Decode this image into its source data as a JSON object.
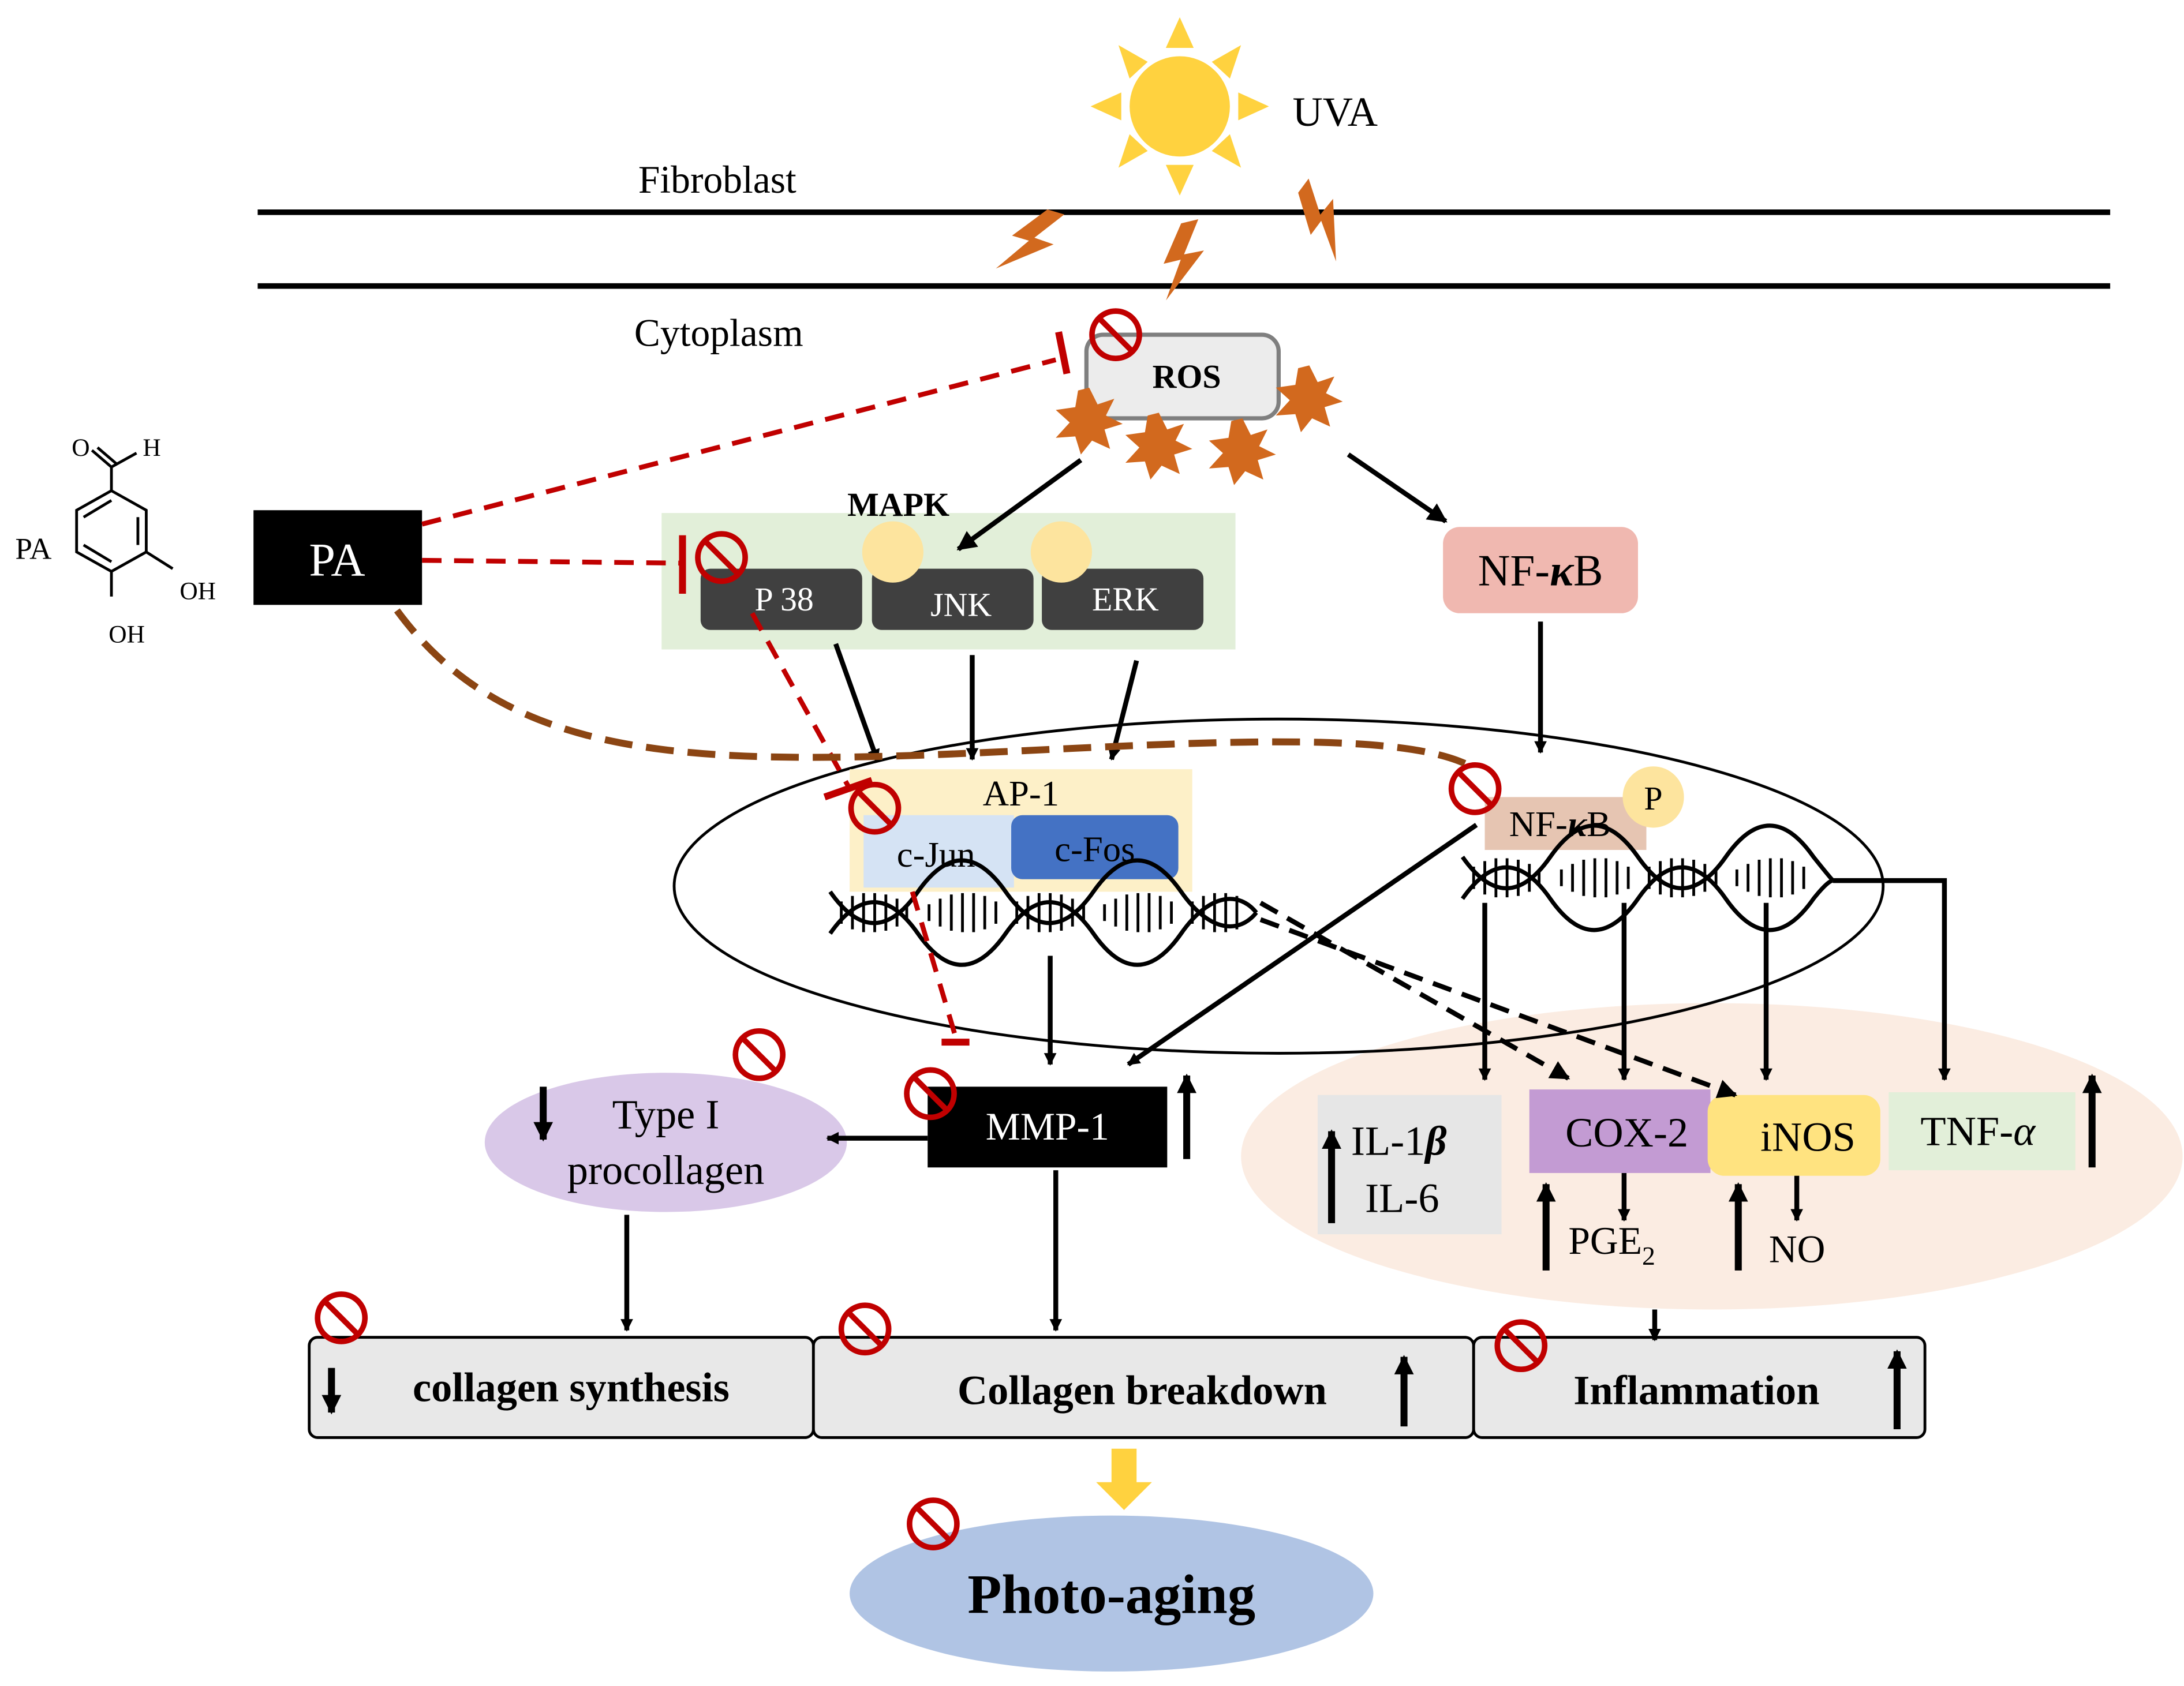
{
  "labels": {
    "uva": "UVA",
    "fibroblast": "Fibroblast",
    "cytoplasm": "Cytoplasm",
    "ros": "ROS",
    "mapk": "MAPK",
    "p38": "P 38",
    "jnk": "JNK",
    "erk": "ERK",
    "nfkb_prefix": "NF-",
    "nfkb_kappa": "κ",
    "nfkb_suffix": "B",
    "phospho": "P",
    "pa_box": "PA",
    "pa_structure_label": "PA",
    "ap1": "AP-1",
    "cjun": "c-Jun",
    "cfos": "c-Fos",
    "mmp1": "MMP-1",
    "type1_line1": "Type I",
    "type1_line2": "procollagen",
    "il1_prefix": "IL-1",
    "il1_beta": "β",
    "il6": "IL-6",
    "cox2": "COX-2",
    "inos": "iNOS",
    "tnf_prefix": "TNF-",
    "tnf_alpha": "α",
    "pge_main": "PGE",
    "pge_sub": "2",
    "no": "NO",
    "collagen_synthesis": "collagen synthesis",
    "collagen_breakdown": "Collagen breakdown",
    "inflammation": "Inflammation",
    "photoaging": "Photo-aging",
    "struct_o": "O",
    "struct_h": "H",
    "struct_oh1": "OH",
    "struct_oh2": "OH"
  },
  "colors": {
    "inhibit_red": "#c00000",
    "brown_dashed": "#8b4513",
    "lightning": "#d2691e",
    "sun": "#ffd23f",
    "mapk_bg": "#e2efd9",
    "kinase_box": "#404040",
    "nfkb_bg": "#f0b8b0",
    "nfkb_nucleus_bg": "#e6c5b2",
    "ap1_bg": "#fdf0c8",
    "cjun_bg": "#d5e3f4",
    "cfos_bg": "#4472c4",
    "inflam_bg": "#fbece2",
    "cox2_bg": "#c39bd3",
    "inos_bg": "#ffe380",
    "tnf_bg": "#e2efd9",
    "il_bg": "#e6e6e6",
    "procollagen_bg": "#d9c8e8",
    "photoaging_bg": "#b0c4e4",
    "outcome_box": "#e8e8e8"
  }
}
